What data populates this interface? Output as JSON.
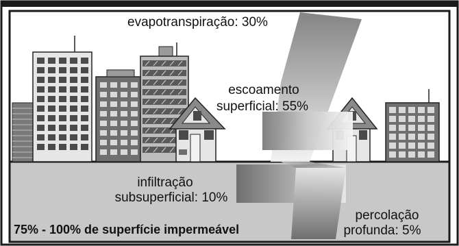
{
  "diagram": {
    "evapotranspiration": "evapotranspiração: 30%",
    "runoff_line1": "escoamento",
    "runoff_line2": "superficial: 55%",
    "shallow_infiltration_line1": "infiltração",
    "shallow_infiltration_line2": "subsuperficial: 10%",
    "deep_percolation_line1": "percolação",
    "deep_percolation_line2": "profunda: 5%",
    "surface_caption": "75% - 100% de superfície impermeável"
  },
  "colors": {
    "sky": "#ffffff",
    "ground": "#c8c8c8",
    "frame": "#1a1a1a",
    "building_light": "#e6e6e6",
    "building_dark": "#6f6f6f",
    "window_dark": "#4a4a4a",
    "roof": "#8a8a8a"
  }
}
